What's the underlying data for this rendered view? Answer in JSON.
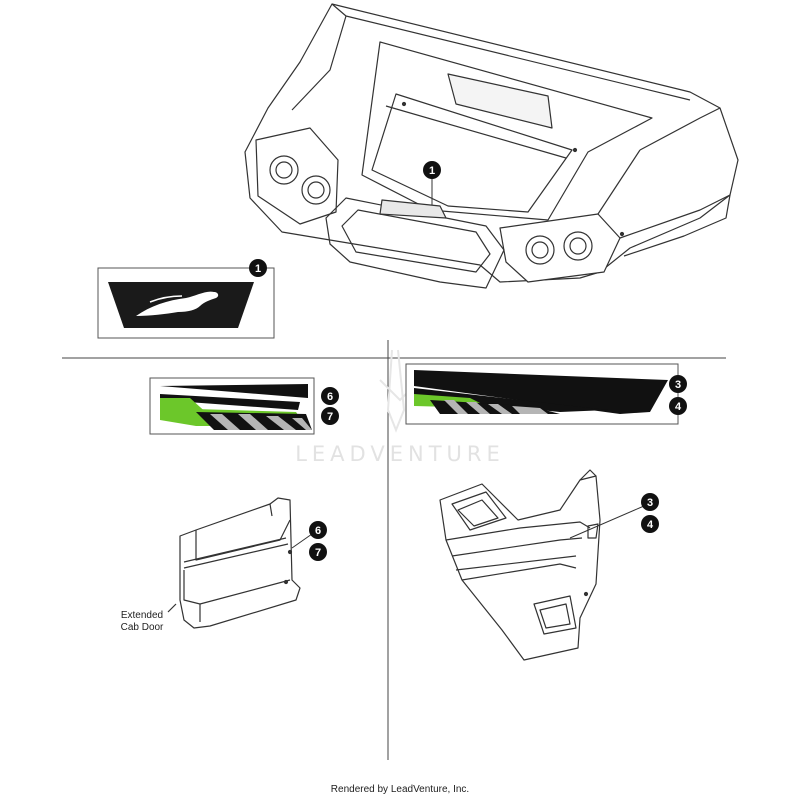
{
  "callouts": {
    "hood": "1",
    "hood_decal": "1",
    "side_stripe_upper": "6",
    "side_stripe_lower": "7",
    "door_stripe_upper": "3",
    "door_stripe_lower": "4",
    "ext_door_upper": "6",
    "ext_door_lower": "7",
    "door_upper": "3",
    "door_lower": "4"
  },
  "labels": {
    "extended_cab_door_line1": "Extended",
    "extended_cab_door_line2": "Cab Door"
  },
  "watermark": "LEADVENTURE",
  "footer": "Rendered by LeadVenture, Inc.",
  "colors": {
    "accent_green": "#6cc72a",
    "decal_black": "#111111",
    "stripe_gray": "#b5b5b5",
    "line": "#333333"
  }
}
